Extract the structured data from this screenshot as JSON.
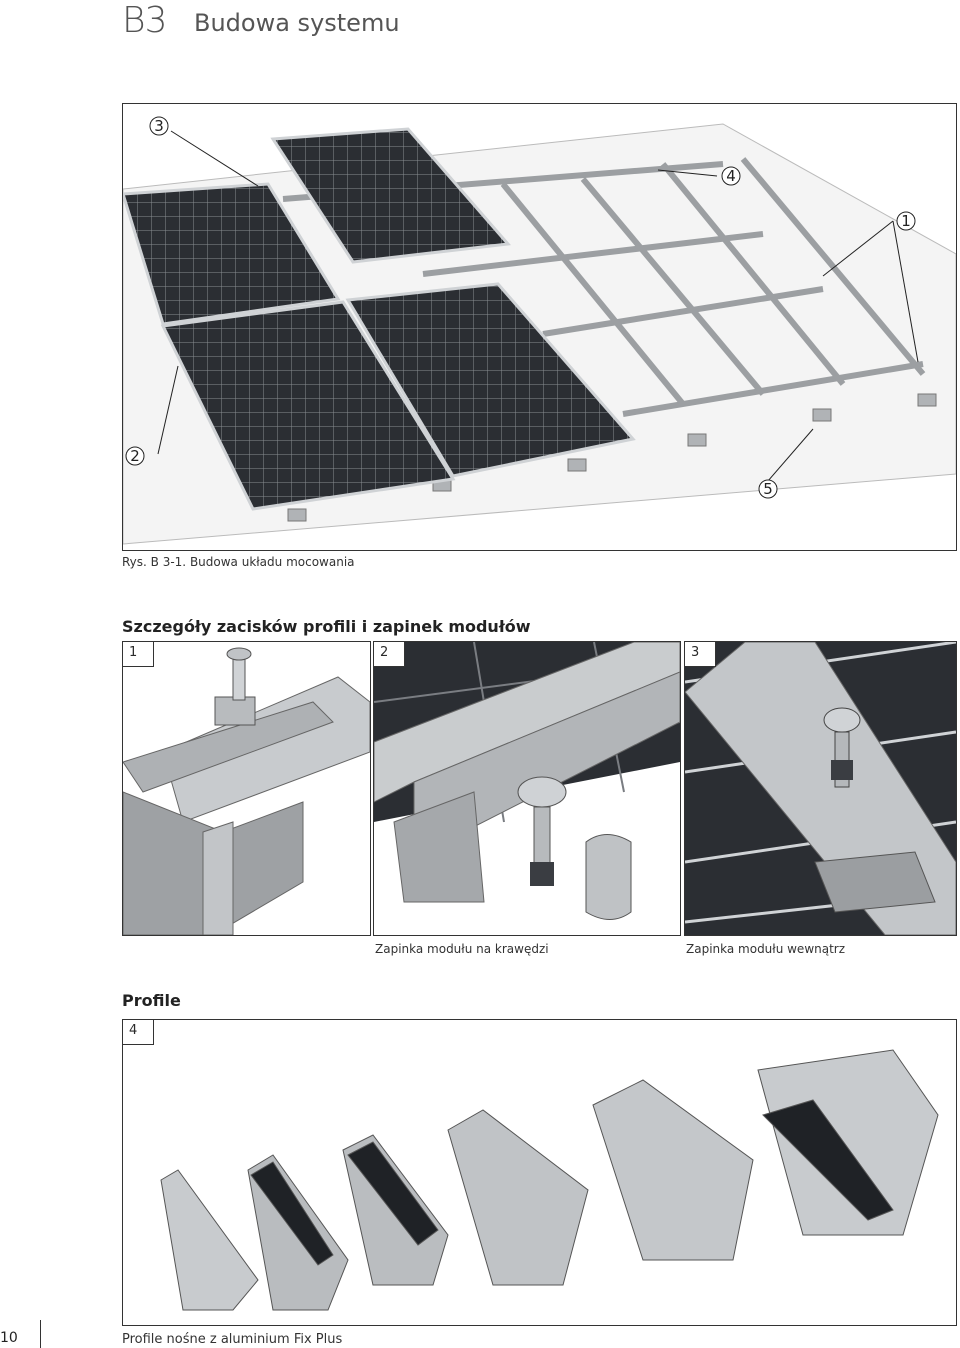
{
  "header": {
    "code": "B3",
    "title": "Budowa systemu"
  },
  "figure1": {
    "caption": "Rys. B 3-1. Budowa układu mocowania",
    "callouts": [
      "3",
      "4",
      "1",
      "2",
      "5"
    ]
  },
  "details": {
    "heading": "Szczegóły zacisków profili i zapinek modułów",
    "panels": [
      {
        "number": "1",
        "caption": ""
      },
      {
        "number": "2",
        "caption": "Zapinka modułu na krawędzi"
      },
      {
        "number": "3",
        "caption": "Zapinka modułu wewnątrz"
      }
    ]
  },
  "profiles": {
    "heading": "Profile",
    "number": "4",
    "caption": "Profile nośne z aluminium Fix Plus"
  },
  "footer": {
    "page_number": "10"
  },
  "colors": {
    "panel": "#2b2e33",
    "aluminium": "#b9bcbf",
    "frame_line": "#333333"
  }
}
